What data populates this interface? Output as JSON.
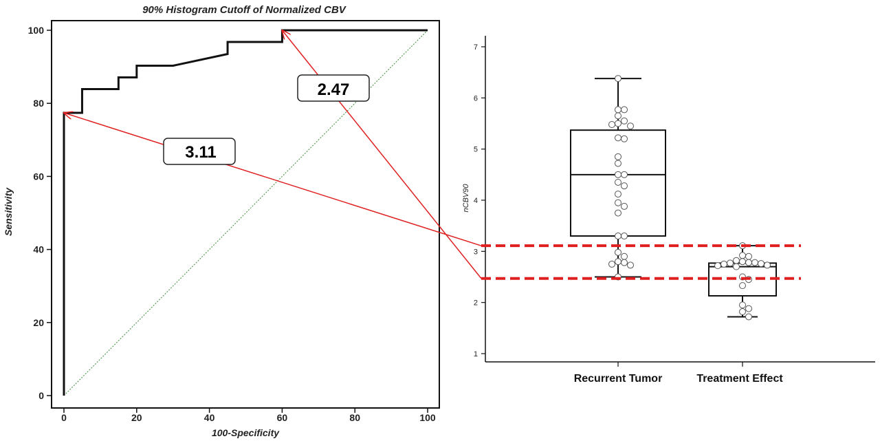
{
  "chart_data": [
    {
      "type": "line",
      "title": "90% Histogram Cutoff of Normalized CBV",
      "xlabel": "100-Specificity",
      "ylabel": "Sensitivity",
      "xlim": [
        0,
        100
      ],
      "ylim": [
        0,
        100
      ],
      "xticks": [
        "0",
        "20",
        "40",
        "60",
        "80",
        "100"
      ],
      "yticks": [
        "0",
        "20",
        "40",
        "60",
        "80",
        "100"
      ],
      "series": [
        {
          "role": "roc",
          "x": [
            0,
            0,
            5,
            5,
            15,
            15,
            20,
            20,
            30,
            45,
            45,
            60,
            60,
            100
          ],
          "y": [
            0,
            77.4,
            77.4,
            83.9,
            83.9,
            87.1,
            87.1,
            90.3,
            90.3,
            93.5,
            96.8,
            96.8,
            100,
            100
          ]
        },
        {
          "role": "reference",
          "x": [
            0,
            100
          ],
          "y": [
            0,
            100
          ]
        }
      ],
      "annotations": [
        {
          "text": "3.11",
          "x": 0,
          "y": 77.4
        },
        {
          "text": "2.47",
          "x": 60,
          "y": 100
        }
      ],
      "grid": false,
      "colors": {
        "roc": "#111111",
        "reference": "#3a8a3a",
        "arrow": "#e02020"
      }
    },
    {
      "type": "box",
      "ylabel": "nCBV90",
      "ylim": [
        0.8,
        7.2
      ],
      "yticks": [
        "1",
        "2",
        "3",
        "4",
        "5",
        "6",
        "7"
      ],
      "categories": [
        "Recurrent Tumor",
        "Treatment Effect"
      ],
      "boxes": [
        {
          "min": 2.5,
          "q1": 3.3,
          "median": 4.5,
          "q3": 5.37,
          "max": 6.38
        },
        {
          "min": 1.72,
          "q1": 2.13,
          "median": 2.7,
          "q3": 2.77,
          "max": 3.11
        }
      ],
      "points": [
        [
          6.38,
          5.77,
          5.77,
          5.65,
          5.55,
          5.5,
          5.48,
          5.45,
          5.22,
          5.2,
          4.85,
          4.72,
          4.5,
          4.5,
          4.35,
          4.28,
          4.12,
          3.95,
          3.88,
          3.75,
          3.3,
          3.3,
          2.98,
          2.9,
          2.8,
          2.78,
          2.75,
          2.73,
          2.5
        ],
        [
          3.11,
          2.92,
          2.9,
          2.82,
          2.8,
          2.78,
          2.78,
          2.77,
          2.76,
          2.75,
          2.73,
          2.72,
          2.7,
          2.5,
          2.45,
          2.33,
          1.95,
          1.88,
          1.82,
          1.72
        ]
      ],
      "threshold_lines": [
        3.11,
        2.47
      ],
      "colors": {
        "box": "#111111",
        "point_fill": "#ffffff",
        "threshold": "#e02020"
      }
    }
  ]
}
